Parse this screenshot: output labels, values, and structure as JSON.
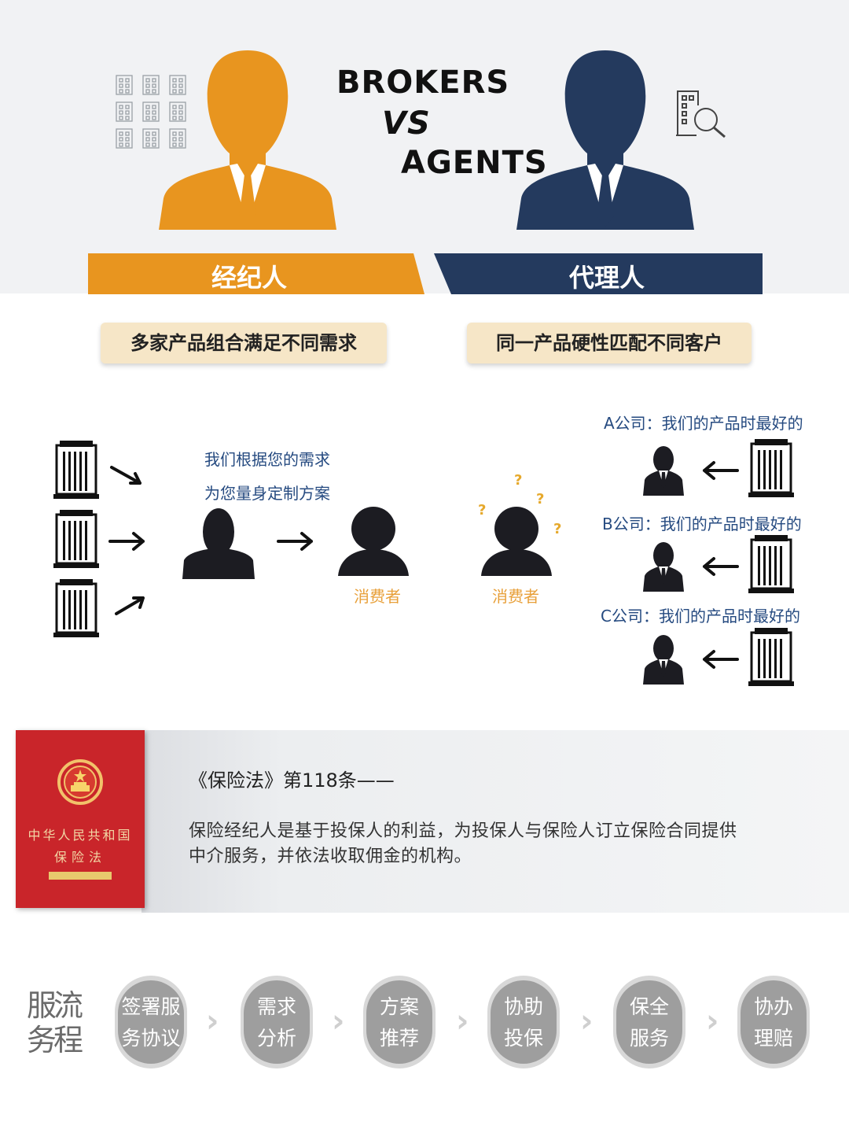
{
  "header": {
    "brokers": "BROKERS",
    "vs": "VS",
    "agents": "AGENTS",
    "broker_ribbon": "经纪人",
    "agent_ribbon": "代理人",
    "broker_tag": "多家产品组合满足不同需求",
    "agent_tag": "同一产品硬性匹配不同客户"
  },
  "diagram": {
    "broker_line1": "我们根据您的需求",
    "broker_line2": "为您量身定制方案",
    "consumer_left": "消费者",
    "consumer_right": "消费者",
    "question_mark": "?",
    "company_a": "A公司：我们的产品时最好的",
    "company_b": "B公司：我们的产品时最好的",
    "company_c": "C公司：我们的产品时最好的"
  },
  "law": {
    "book_line1": "中华人民共和国",
    "book_line2": "保险法",
    "title": "《保险法》第118条——",
    "body_line1": "保险经纪人是基于投保人的利益，为投保人与保险人订立保险合同提供",
    "body_line2": "中介服务，并依法收取佣金的机构。"
  },
  "process": {
    "title_col1": "服务",
    "title_col2": "流程",
    "steps": [
      {
        "l1": "签署服",
        "l2": "务协议"
      },
      {
        "l1": "需求",
        "l2": "分析"
      },
      {
        "l1": "方案",
        "l2": "推荐"
      },
      {
        "l1": "协助",
        "l2": "投保"
      },
      {
        "l1": "保全",
        "l2": "服务"
      },
      {
        "l1": "协办",
        "l2": "理赔"
      }
    ],
    "chevron": "›"
  },
  "colors": {
    "broker_orange": "#e8951f",
    "agent_navy": "#243a5e",
    "text_blue": "#254a80",
    "consumer_orange": "#e8a03a",
    "step_gray": "#9e9e9e",
    "book_red": "#c9252a"
  }
}
